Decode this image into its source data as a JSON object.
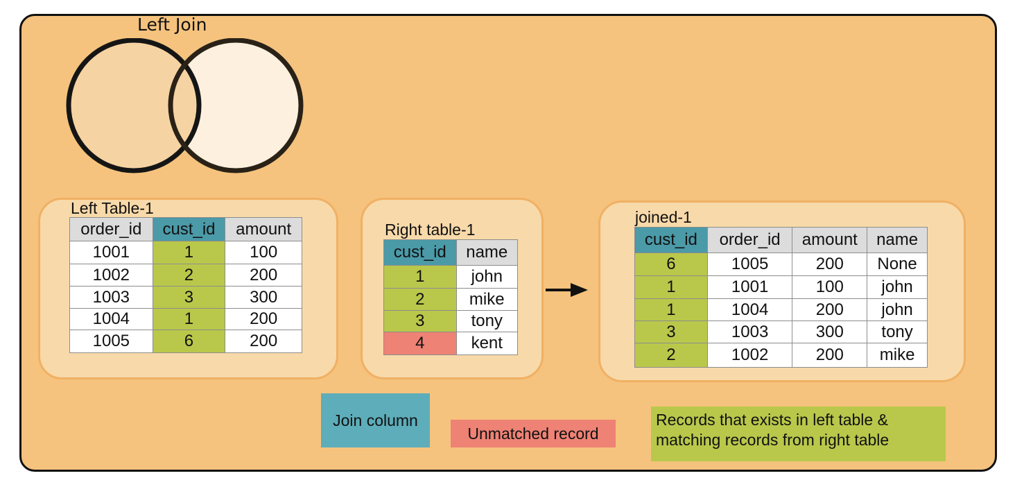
{
  "title": "Left Join",
  "colors": {
    "background": "#f5c37e",
    "panel": "#f8d9a9",
    "join_column": "#4b9aa8",
    "matched": "#b9c84a",
    "unmatched": "#ee8275",
    "header": "#dcdcdc"
  },
  "left_table": {
    "label": "Left Table-1",
    "headers": [
      "order_id",
      "cust_id",
      "amount"
    ],
    "rows": [
      [
        "1001",
        "1",
        "100"
      ],
      [
        "1002",
        "2",
        "200"
      ],
      [
        "1003",
        "3",
        "300"
      ],
      [
        "1004",
        "1",
        "200"
      ],
      [
        "1005",
        "6",
        "200"
      ]
    ]
  },
  "right_table": {
    "label": "Right table-1",
    "headers": [
      "cust_id",
      "name"
    ],
    "rows": [
      [
        "1",
        "john"
      ],
      [
        "2",
        "mike"
      ],
      [
        "3",
        "tony"
      ],
      [
        "4",
        "kent"
      ]
    ]
  },
  "joined_table": {
    "label": "joined-1",
    "headers": [
      "cust_id",
      "order_id",
      "amount",
      "name"
    ],
    "rows": [
      [
        "6",
        "1005",
        "200",
        "None"
      ],
      [
        "1",
        "1001",
        "100",
        "john"
      ],
      [
        "1",
        "1004",
        "200",
        "john"
      ],
      [
        "3",
        "1003",
        "300",
        "tony"
      ],
      [
        "2",
        "1002",
        "200",
        "mike"
      ]
    ]
  },
  "legend": {
    "join_column": "Join column",
    "unmatched": "Unmatched record",
    "matched_line1": "Records that exists in left table &",
    "matched_line2": "matching records from right table"
  }
}
